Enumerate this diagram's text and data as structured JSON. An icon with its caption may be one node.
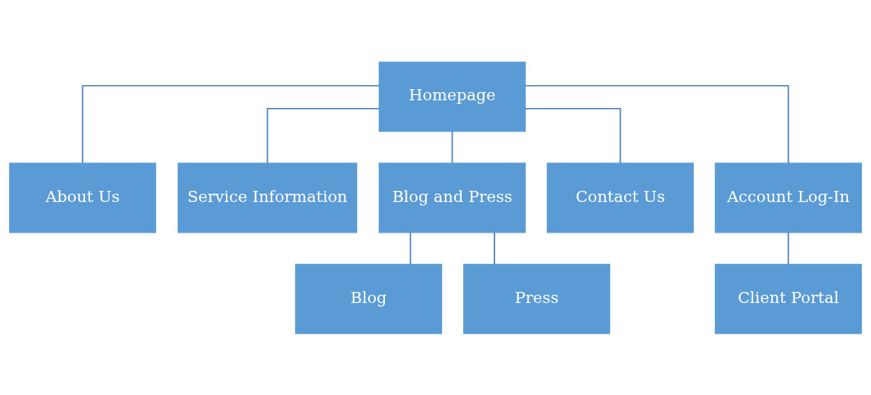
{
  "diagram": {
    "nodes": [
      {
        "text": [
          "Homepage"
        ]
      },
      {
        "text": [
          "About Us"
        ]
      },
      {
        "text": [
          "Service Information"
        ]
      },
      {
        "text": [
          "Blog and Press"
        ]
      },
      {
        "text": [
          "Contact Us"
        ]
      },
      {
        "text": [
          "Account Log-In"
        ]
      },
      {
        "text": [
          "Blog"
        ]
      },
      {
        "text": [
          "Press"
        ]
      },
      {
        "text": [
          "Client Portal"
        ]
      }
    ],
    "edges": [
      {
        "from": 0,
        "to": 1,
        "arrow": "none"
      },
      {
        "from": 0,
        "to": 2,
        "arrow": "none"
      },
      {
        "from": 0,
        "to": 3,
        "arrow": "none"
      },
      {
        "from": 0,
        "to": 4,
        "arrow": "none"
      },
      {
        "from": 0,
        "to": 5,
        "arrow": "none"
      },
      {
        "from": 3,
        "to": 6,
        "arrow": "none"
      },
      {
        "from": 3,
        "to": 7,
        "arrow": "none"
      },
      {
        "from": 5,
        "to": 8,
        "arrow": "none"
      }
    ]
  }
}
